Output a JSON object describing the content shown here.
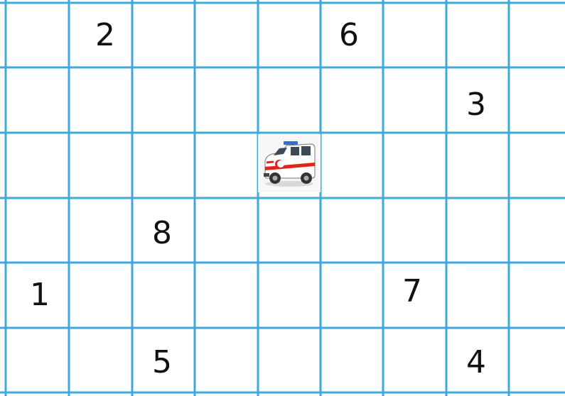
{
  "grid": {
    "line_color": "#3fa9df",
    "rows": 6,
    "cols": 9
  },
  "numbers": [
    {
      "label": "2",
      "row": 0,
      "col": 1
    },
    {
      "label": "6",
      "row": 0,
      "col": 5
    },
    {
      "label": "3",
      "row": 1,
      "col": 7
    },
    {
      "label": "8",
      "row": 3,
      "col": 2
    },
    {
      "label": "1",
      "row": 4,
      "col": 0
    },
    {
      "label": "7",
      "row": 4,
      "col": 6
    },
    {
      "label": "5",
      "row": 5,
      "col": 2
    },
    {
      "label": "4",
      "row": 5,
      "col": 7
    }
  ],
  "vehicle": {
    "type": "ambulance",
    "row": 2,
    "col": 4
  }
}
